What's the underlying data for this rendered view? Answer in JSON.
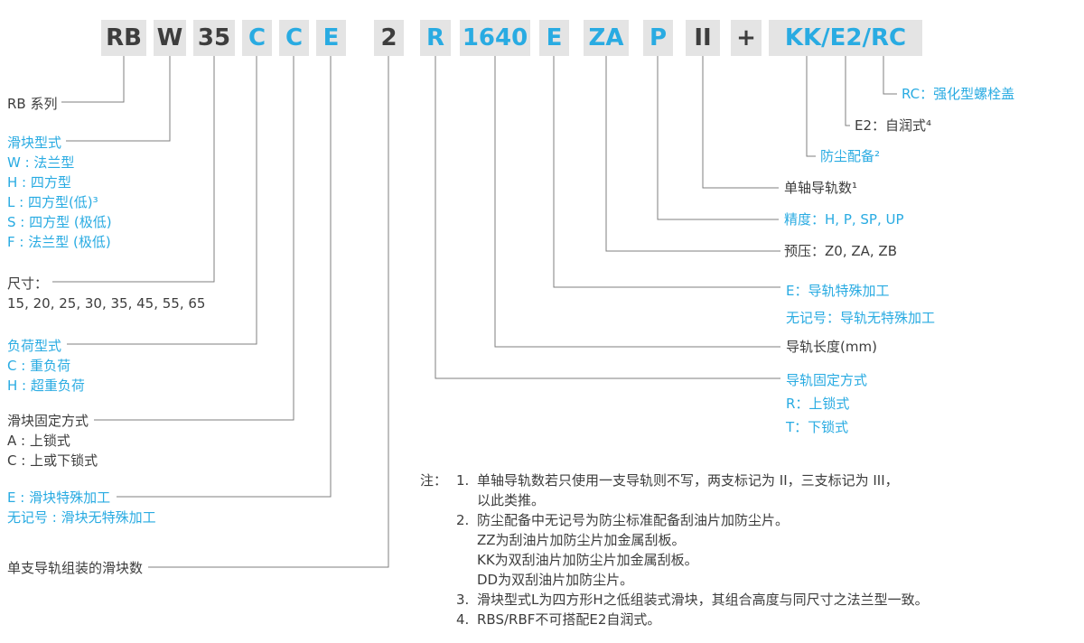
{
  "colors": {
    "accent": "#29abe2",
    "text": "#3d3d3d",
    "segment_background": "#e4e4e4",
    "leader_line": "#7f7f7f"
  },
  "code": {
    "segments": [
      {
        "text": "RB"
      },
      {
        "text": "W"
      },
      {
        "text": "35"
      },
      {
        "text": "C"
      },
      {
        "text": "C"
      },
      {
        "text": "E"
      },
      {
        "text": "2"
      },
      {
        "text": "R"
      },
      {
        "text": "1640"
      },
      {
        "text": "E"
      },
      {
        "text": "ZA"
      },
      {
        "text": "P"
      },
      {
        "text": "II"
      },
      {
        "text": "+"
      },
      {
        "text": "KK/E2/RC"
      }
    ]
  },
  "left_labels": {
    "series": "RB 系列",
    "slider_type": {
      "title": "滑块型式",
      "options": [
        "W : 法兰型",
        "H : 四方型",
        "L : 四方型(低)³",
        "S : 四方型 (极低)",
        "F : 法兰型 (极低)"
      ]
    },
    "size": {
      "title": "尺寸：",
      "values": "15, 20, 25, 30, 35, 45, 55, 65"
    },
    "load_type": {
      "title": "负荷型式",
      "options": [
        "C : 重负荷",
        "H : 超重负荷"
      ]
    },
    "block_mounting": {
      "title": "滑块固定方式",
      "options": [
        "A : 上锁式",
        "C : 上或下锁式"
      ]
    },
    "block_machining": {
      "lines": [
        "E : 滑块特殊加工",
        "无记号 : 滑块无特殊加工"
      ]
    },
    "blocks_per_rail": "单支导轨组装的滑块数"
  },
  "right_labels": {
    "bolt_cap": "RC：强化型螺栓盖",
    "self_lubrication": "E2：自润式⁴",
    "dust_protection": "防尘配备²",
    "rails_per_axis": "单轴导轨数¹",
    "precision": "精度：H, P, SP, UP",
    "preload": "预压：Z0, ZA, ZB",
    "rail_machining": {
      "lines": [
        "E：导轨特殊加工",
        "无记号：导轨无特殊加工"
      ]
    },
    "rail_length": "导轨长度(mm)",
    "rail_mounting": {
      "title": "导轨固定方式",
      "options": [
        "R：上锁式",
        "T：下锁式"
      ]
    }
  },
  "notes": {
    "prefix": "注：",
    "items": [
      {
        "num": "1.",
        "lines": [
          "单轴导轨数若只使用一支导轨则不写，两支标记为 II，三支标记为 III，",
          "以此类推。"
        ]
      },
      {
        "num": "2.",
        "lines": [
          "防尘配备中无记号为防尘标准配备刮油片加防尘片。",
          "ZZ为刮油片加防尘片加金属刮板。",
          "KK为双刮油片加防尘片加金属刮板。",
          "DD为双刮油片加防尘片。"
        ]
      },
      {
        "num": "3.",
        "lines": [
          "滑块型式L为四方形H之低组装式滑块，其组合高度与同尺寸之法兰型一致。"
        ]
      },
      {
        "num": "4.",
        "lines": [
          "RBS/RBF不可搭配E2自润式。"
        ]
      }
    ]
  }
}
